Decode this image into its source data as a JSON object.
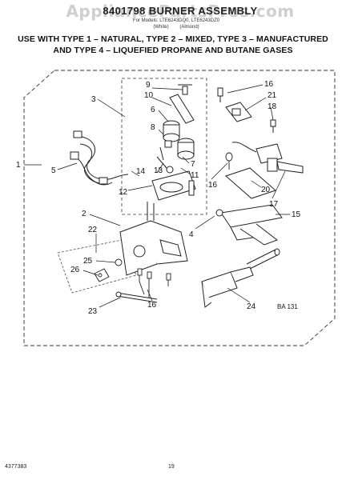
{
  "header": {
    "watermark": "AppliancePartsPros.com",
    "title": "8401798 BURNER ASSEMBLY",
    "parts_for": "For Models: LTE6243DQ0, LTE6243DZ0",
    "colors": [
      "(White)",
      "(Almond)"
    ],
    "usage_lines": [
      "USE WITH TYPE 1 – NATURAL, TYPE 2 – MIXED, TYPE 3 – MANUFACTURED",
      "AND TYPE 4 – LIQUEFIED PROPANE AND BUTANE GASES"
    ]
  },
  "diagram": {
    "callouts": [
      "1",
      "2",
      "3",
      "4",
      "5",
      "6",
      "7",
      "8",
      "9",
      "10",
      "11",
      "12",
      "13",
      "14",
      "15",
      "16",
      "16",
      "16",
      "17",
      "18",
      "20",
      "21",
      "22",
      "23",
      "24",
      "25",
      "26"
    ],
    "figure_code": "BA 131"
  },
  "footer": {
    "doc_number": "4377383",
    "page_number": "19"
  }
}
